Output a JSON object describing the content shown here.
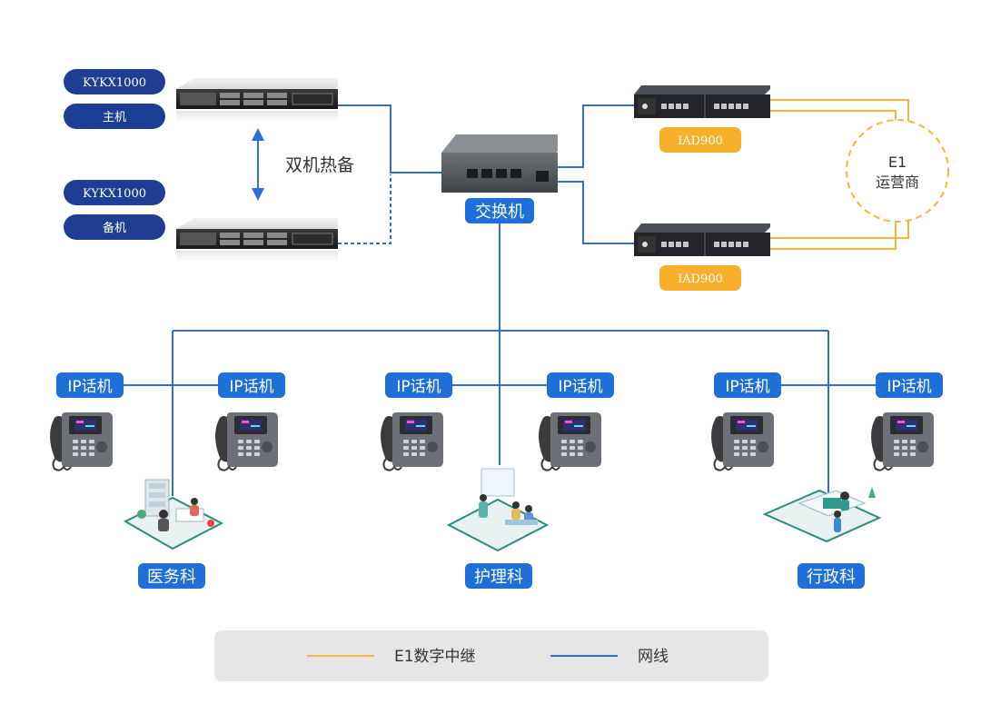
{
  "servers": {
    "primary": {
      "model": "KYKX1000",
      "role": "主机"
    },
    "backup": {
      "model": "KYKX1000",
      "role": "备机"
    },
    "hot_standby_label": "双机热备"
  },
  "switch": {
    "label": "交换机"
  },
  "gateways": [
    {
      "label": "IAD900"
    },
    {
      "label": "IAD900"
    }
  ],
  "carrier": {
    "line1": "E1",
    "line2": "运营商"
  },
  "phones": [
    {
      "label": "IP话机"
    },
    {
      "label": "IP话机"
    },
    {
      "label": "IP话机"
    },
    {
      "label": "IP话机"
    },
    {
      "label": "IP话机"
    },
    {
      "label": "IP话机"
    }
  ],
  "departments": [
    {
      "label": "医务科"
    },
    {
      "label": "护理科"
    },
    {
      "label": "行政科"
    }
  ],
  "legend": {
    "e1_label": "E1数字中继",
    "network_label": "网线"
  },
  "colors": {
    "network_line": "#2f6fd0",
    "e1_line": "#f5b63a",
    "label_blue": "#1f6fd8",
    "server_pill": "#1d3e93",
    "gateway_pill": "#f8b02c",
    "legend_bg": "#e6e6e6"
  }
}
